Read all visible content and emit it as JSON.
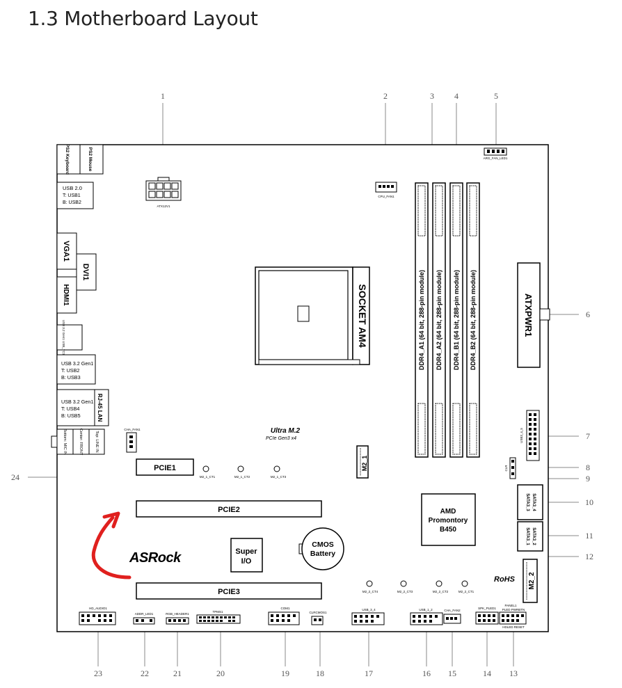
{
  "title": "1.3  Motherboard Layout",
  "io": {
    "ps2_mouse": "PS2 Mouse",
    "ps2_keyboard": "PS2 Keyboard",
    "usb20_l1": "USB 2.0",
    "usb20_l2": "T: USB1",
    "usb20_l3": "B: USB2",
    "vga": "VGA1",
    "dvi": "DVI1",
    "hdmi": "HDMI1",
    "usb32_side": "USB 3.2 Gen1 USB_TC1",
    "usb32a_l1": "USB 3.2 Gen1",
    "usb32a_l2": "T: USB2",
    "usb32a_l3": "B: USB3",
    "usb32b_l1": "USB 3.2 Gen1",
    "usb32b_l2": "T: USB4",
    "usb32b_l3": "B: USB5",
    "rj45": "RJ-45 LAN",
    "audio_bottom": "Bottom: MIC IN",
    "audio_center": "Center: FRONT",
    "audio_top": "Top: LINE IN"
  },
  "components": {
    "atx12v": "ATX12V1",
    "cpu_fan": "CPU_FAN1",
    "argb_header": "ARG_FAN_LED1",
    "socket": "SOCKET AM4",
    "dimm_a1": "DDR4_A1 (64 bit, 288-pin module)",
    "dimm_a2": "DDR4_A2 (64 bit, 288-pin module)",
    "dimm_b1": "DDR4_B1 (64 bit, 288-pin module)",
    "dimm_b2": "DDR4_B2 (64 bit, 288-pin module)",
    "atxpwr": "ATXPWR1",
    "usb3_header": "USB3_4_5",
    "clr_header": "CLR",
    "sata_a1": "SATA3_3",
    "sata_a2": "SATA3_4",
    "sata_b1": "SATA3_1",
    "sata_b2": "SATA3_2",
    "ultra_m2": "Ultra M.2",
    "ultra_m2_sub": "PCIe Gen3 x4",
    "m2_1": "M2_1",
    "m2_2": "M2_2",
    "pcie1": "PCIE1",
    "pcie2": "PCIE2",
    "pcie3": "PCIE3",
    "cha_fan1": "CHA_FAN1",
    "amd_l1": "AMD",
    "amd_l2": "Promontory",
    "amd_l3": "B450",
    "superio_l1": "Super",
    "superio_l2": "I/O",
    "cmos_l1": "CMOS",
    "cmos_l2": "Battery",
    "brand": "ASRock",
    "rohs": "RoHS",
    "m2_1_ct1": "M2_1_CT1",
    "m2_1_ct2": "M2_1_CT2",
    "m2_1_ct3": "M2_1_CT3",
    "m2_2_ct4": "M2_2_CT4",
    "m2_2_ct3": "M2_2_CT3",
    "m2_2_ct2": "M2_2_CT2",
    "m2_2_ct1": "M2_2_CT1",
    "hd_audio": "HD_AUDIO1",
    "addr_led": "ADDR_LED1",
    "rgb_header": "RGB_HEADER1",
    "tpms": "TPMS1",
    "com": "COM1",
    "clrcmos": "CLRCMOS1",
    "usb_3_4": "USB_3_4",
    "usb_1_2": "USB_1_2",
    "cha_fan2": "CHA_FAN2",
    "spk": "SPK_PLED1",
    "panel": "PANEL1",
    "panel_sub1": "PLED PWRBTN",
    "panel_sub2": "HDLED RESET"
  },
  "callouts": [
    "1",
    "2",
    "3",
    "4",
    "5",
    "6",
    "7",
    "8",
    "9",
    "10",
    "11",
    "12",
    "13",
    "14",
    "15",
    "16",
    "17",
    "18",
    "19",
    "20",
    "21",
    "22",
    "23",
    "24"
  ],
  "colors": {
    "annotation_arrow": "#e0201e",
    "callout_text": "#555555",
    "board_line": "#000000"
  }
}
